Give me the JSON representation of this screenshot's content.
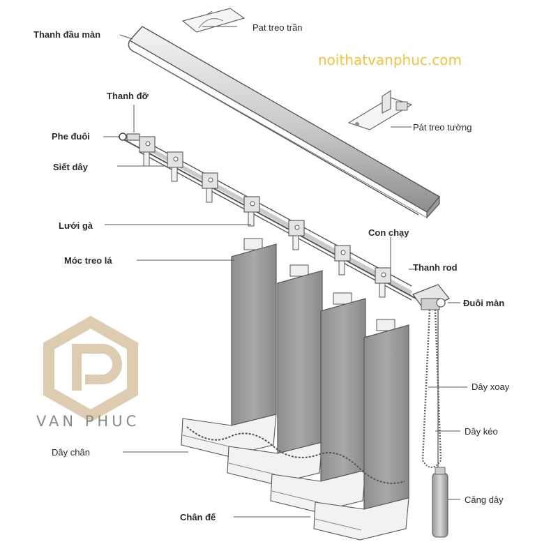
{
  "labels": {
    "head_rail": "Thanh đầu màn",
    "ceiling_bracket": "Pat treo trần",
    "support_bar": "Thanh đỡ",
    "wall_bracket": "Pát treo tường",
    "end_clip": "Phe đuôi",
    "tightener": "Siết dây",
    "mesh": "Lưới gà",
    "runner": "Con chạy",
    "slat_hook": "Móc treo lá",
    "rod": "Thanh rod",
    "end_cap": "Đuôi màn",
    "twist_cord": "Dây xoay",
    "pull_cord": "Dây kéo",
    "bottom_chain": "Dây chân",
    "tension": "Căng dây",
    "weight": "Chân đế"
  },
  "watermark": {
    "website": "noithatvanphuc.com",
    "brand": "VAN PHUC"
  },
  "colors": {
    "brand_gold": "#d9c4a4",
    "website_yellow": "#f5c238",
    "line": "#555555",
    "slat_fill": "#9a9a9a"
  }
}
